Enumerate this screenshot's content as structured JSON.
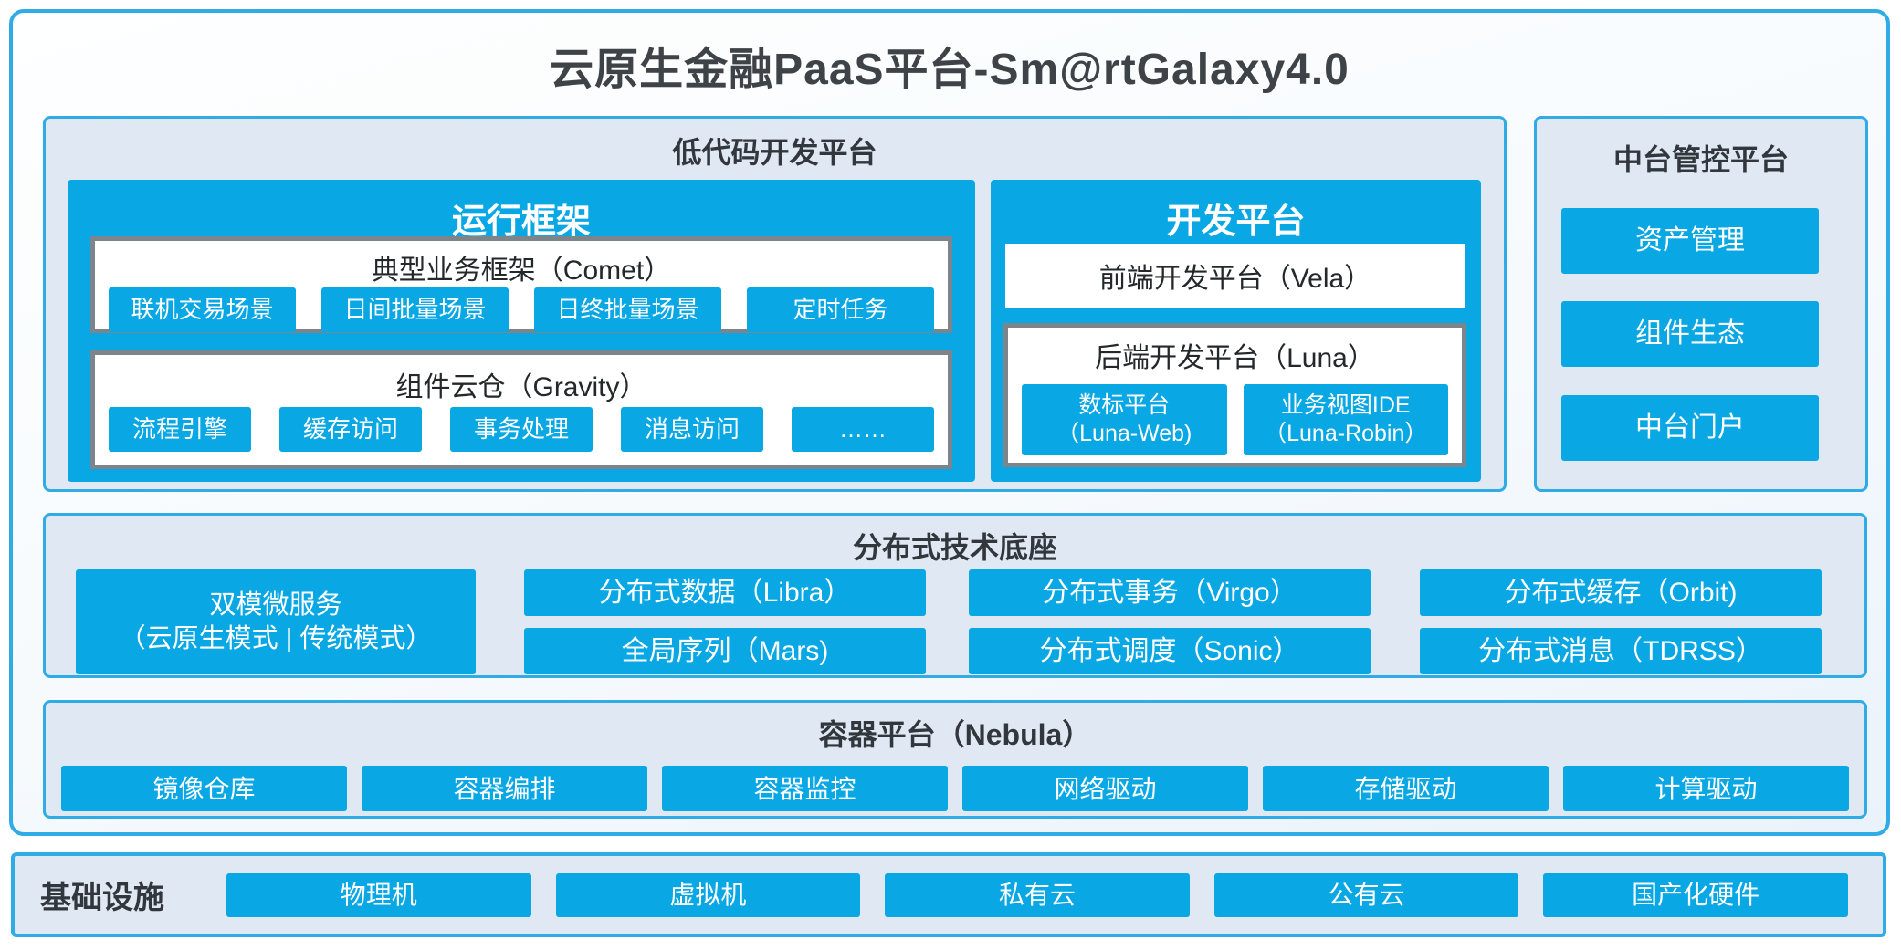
{
  "title": "云原生金融PaaS平台-Sm@rtGalaxy4.0",
  "colors": {
    "accent_blue": "#0AA7E5",
    "panel_bg": "#DFE8F3",
    "panel_border": "#2FABE5",
    "outer_border": "#2FABE5",
    "gray_box_border": "#7D858C",
    "heading_text": "#31373C",
    "title_text": "#3E4348",
    "chip_text": "#FFFFFF"
  },
  "low_code": {
    "title": "低代码开发平台",
    "runtime": {
      "title": "运行框架",
      "comet": {
        "title": "典型业务框架（Comet）",
        "items": [
          "联机交易场景",
          "日间批量场景",
          "日终批量场景",
          "定时任务"
        ]
      },
      "gravity": {
        "title": "组件云仓（Gravity）",
        "items": [
          "流程引擎",
          "缓存访问",
          "事务处理",
          "消息访问",
          "……"
        ]
      }
    },
    "dev": {
      "title": "开发平台",
      "vela": "前端开发平台（Vela）",
      "luna": {
        "title": "后端开发平台（Luna）",
        "items": [
          {
            "name": "数标平台",
            "sub": "（Luna-Web)"
          },
          {
            "name": "业务视图IDE",
            "sub": "（Luna-Robin）"
          }
        ]
      }
    }
  },
  "mid_platform": {
    "title": "中台管控平台",
    "items": [
      "资产管理",
      "组件生态",
      "中台门户"
    ]
  },
  "distributed": {
    "title": "分布式技术底座",
    "dual_mode": {
      "line1": "双模微服务",
      "line2": "（云原生模式 | 传统模式）"
    },
    "row1": [
      "分布式数据（Libra）",
      "分布式事务（Virgo）",
      "分布式缓存（Orbit)"
    ],
    "row2": [
      "全局序列（Mars)",
      "分布式调度（Sonic）",
      "分布式消息（TDRSS）"
    ]
  },
  "container_platform": {
    "title": "容器平台（Nebula）",
    "items": [
      "镜像仓库",
      "容器编排",
      "容器监控",
      "网络驱动",
      "存储驱动",
      "计算驱动"
    ]
  },
  "infrastructure": {
    "title": "基础设施",
    "items": [
      "物理机",
      "虚拟机",
      "私有云",
      "公有云",
      "国产化硬件"
    ]
  }
}
